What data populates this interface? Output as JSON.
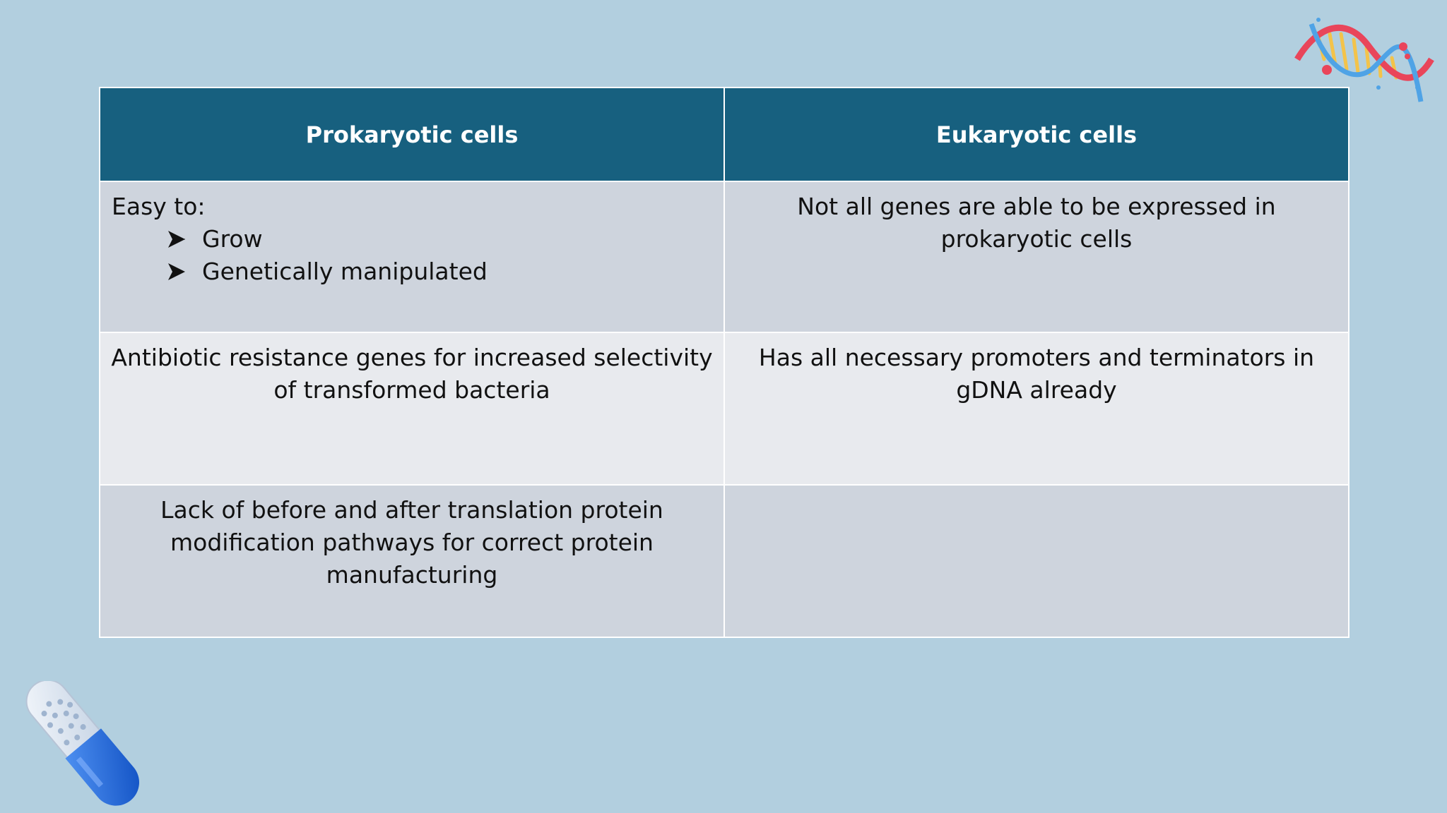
{
  "table": {
    "headers": [
      "Prokaryotic cells",
      "Eukaryotic cells"
    ],
    "row1": {
      "left_intro": "Easy to:",
      "left_bullets": [
        "Grow",
        "Genetically manipulated"
      ],
      "right": "Not all genes are able to be expressed in prokaryotic cells"
    },
    "row2": {
      "left": "Antibiotic resistance genes for increased selectivity of transformed bacteria",
      "right": "Has all necessary promoters and terminators in gDNA already"
    },
    "row3": {
      "left": "Lack of before and after translation protein modification pathways for correct protein manufacturing",
      "right": ""
    }
  },
  "decorations": {
    "top_right": "dna-helix-icon",
    "bottom_left": "capsule-pill-icon"
  },
  "colors": {
    "background": "#b2cfdf",
    "header": "#17607f",
    "row_dark": "#ced4dd",
    "row_light": "#e8eaee"
  }
}
